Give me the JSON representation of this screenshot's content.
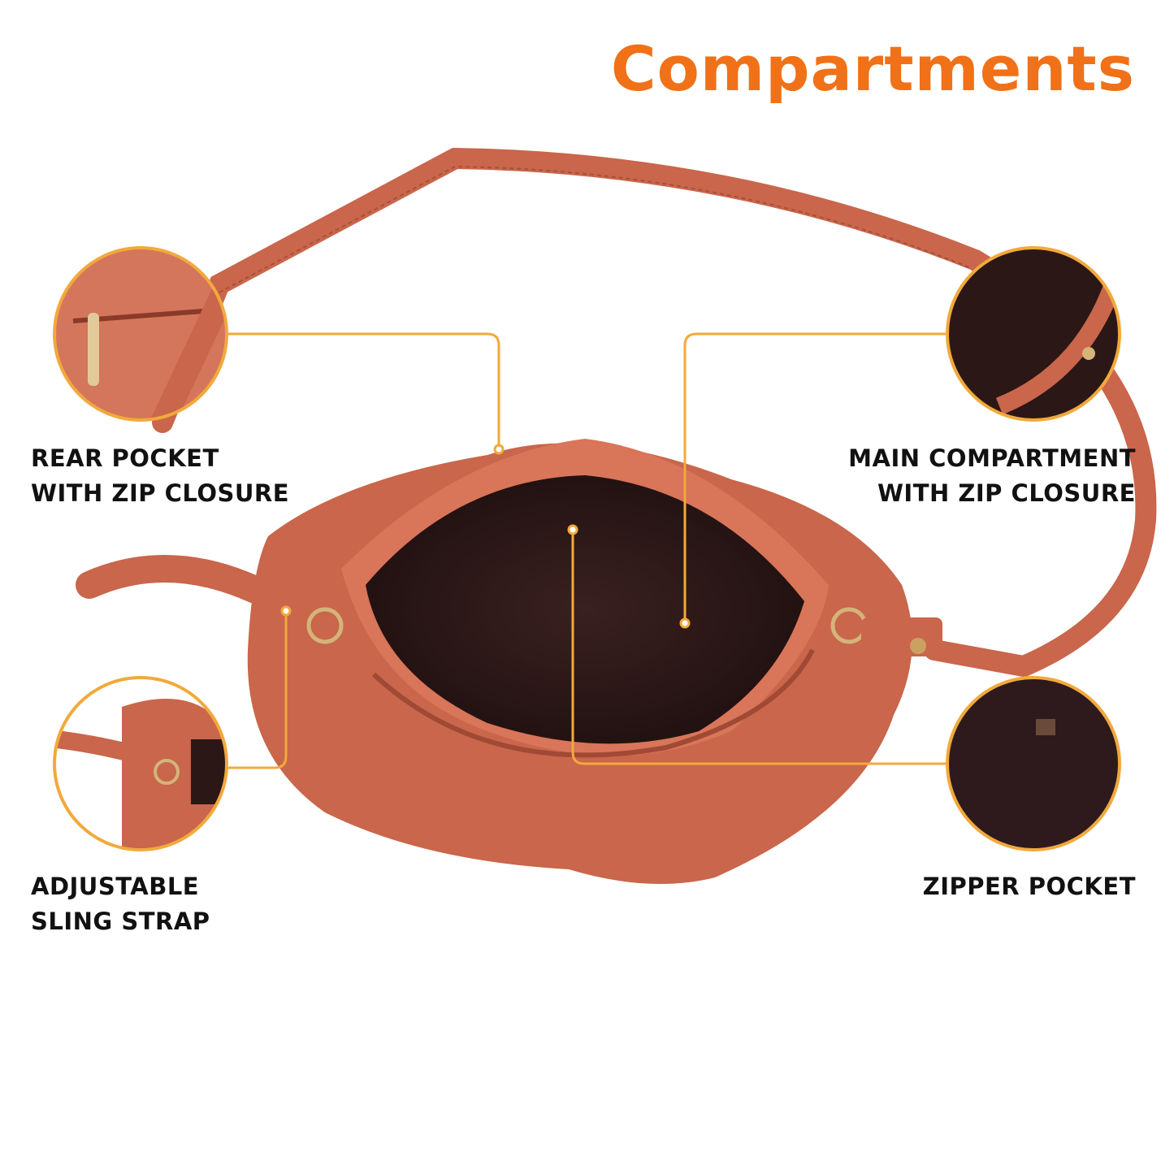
{
  "title": "Compartments",
  "colors": {
    "accent": "#f07117",
    "leader": "#f2a93b",
    "bag": "#c9664b",
    "lining": "#2b1716"
  },
  "features": [
    {
      "id": "rear-pocket",
      "lines": [
        "REAR POCKET",
        "WITH ZIP CLOSURE"
      ]
    },
    {
      "id": "main-compartment",
      "lines": [
        "MAIN COMPARTMENT",
        "WITH ZIP CLOSURE"
      ]
    },
    {
      "id": "sling-strap",
      "lines": [
        "ADJUSTABLE",
        "SLING STRAP"
      ]
    },
    {
      "id": "zipper-pocket",
      "lines": [
        "ZIPPER POCKET"
      ]
    }
  ]
}
